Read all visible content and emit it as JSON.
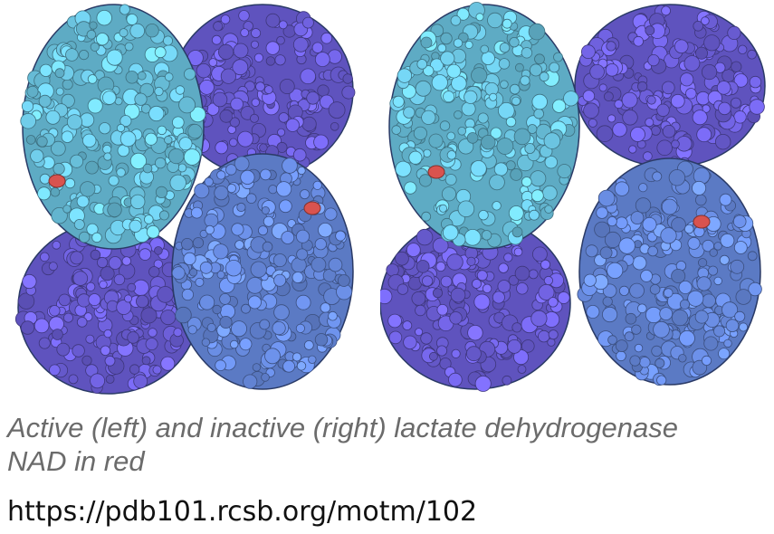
{
  "caption": {
    "line1": "Active (left) and inactive (right) lactate dehydrogenase",
    "line2": "NAD in red"
  },
  "source_url": "https://pdb101.rcsb.org/motm/102",
  "colors": {
    "cyan_subunit": "#6ec9e6",
    "blue_subunit": "#6b8fe6",
    "violet_subunit": "#7062e0",
    "nad": "#d9534f",
    "outline": "#2a3a66"
  }
}
